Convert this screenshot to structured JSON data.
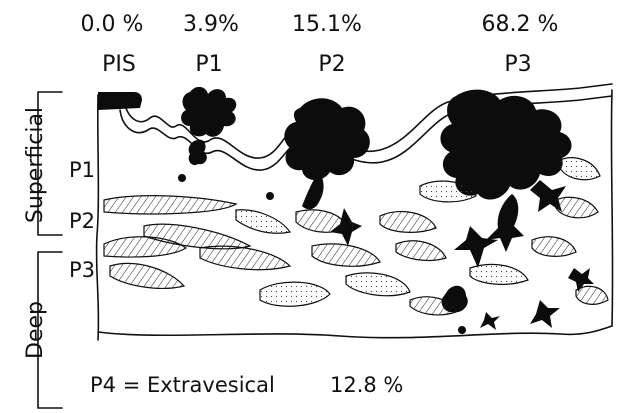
{
  "stages": [
    {
      "name": "PIS",
      "percent": "0.0 %"
    },
    {
      "name": "P1",
      "percent": "3.9%"
    },
    {
      "name": "P2",
      "percent": "15.1%"
    },
    {
      "name": "P3",
      "percent": "68.2 %"
    }
  ],
  "regions": {
    "superficial": "Superficial",
    "deep": "Deep"
  },
  "layers": {
    "p1": "P1",
    "p2": "P2",
    "p3": "P3"
  },
  "footer": {
    "label": "P4 = Extravesical",
    "percent": "12.8 %"
  }
}
